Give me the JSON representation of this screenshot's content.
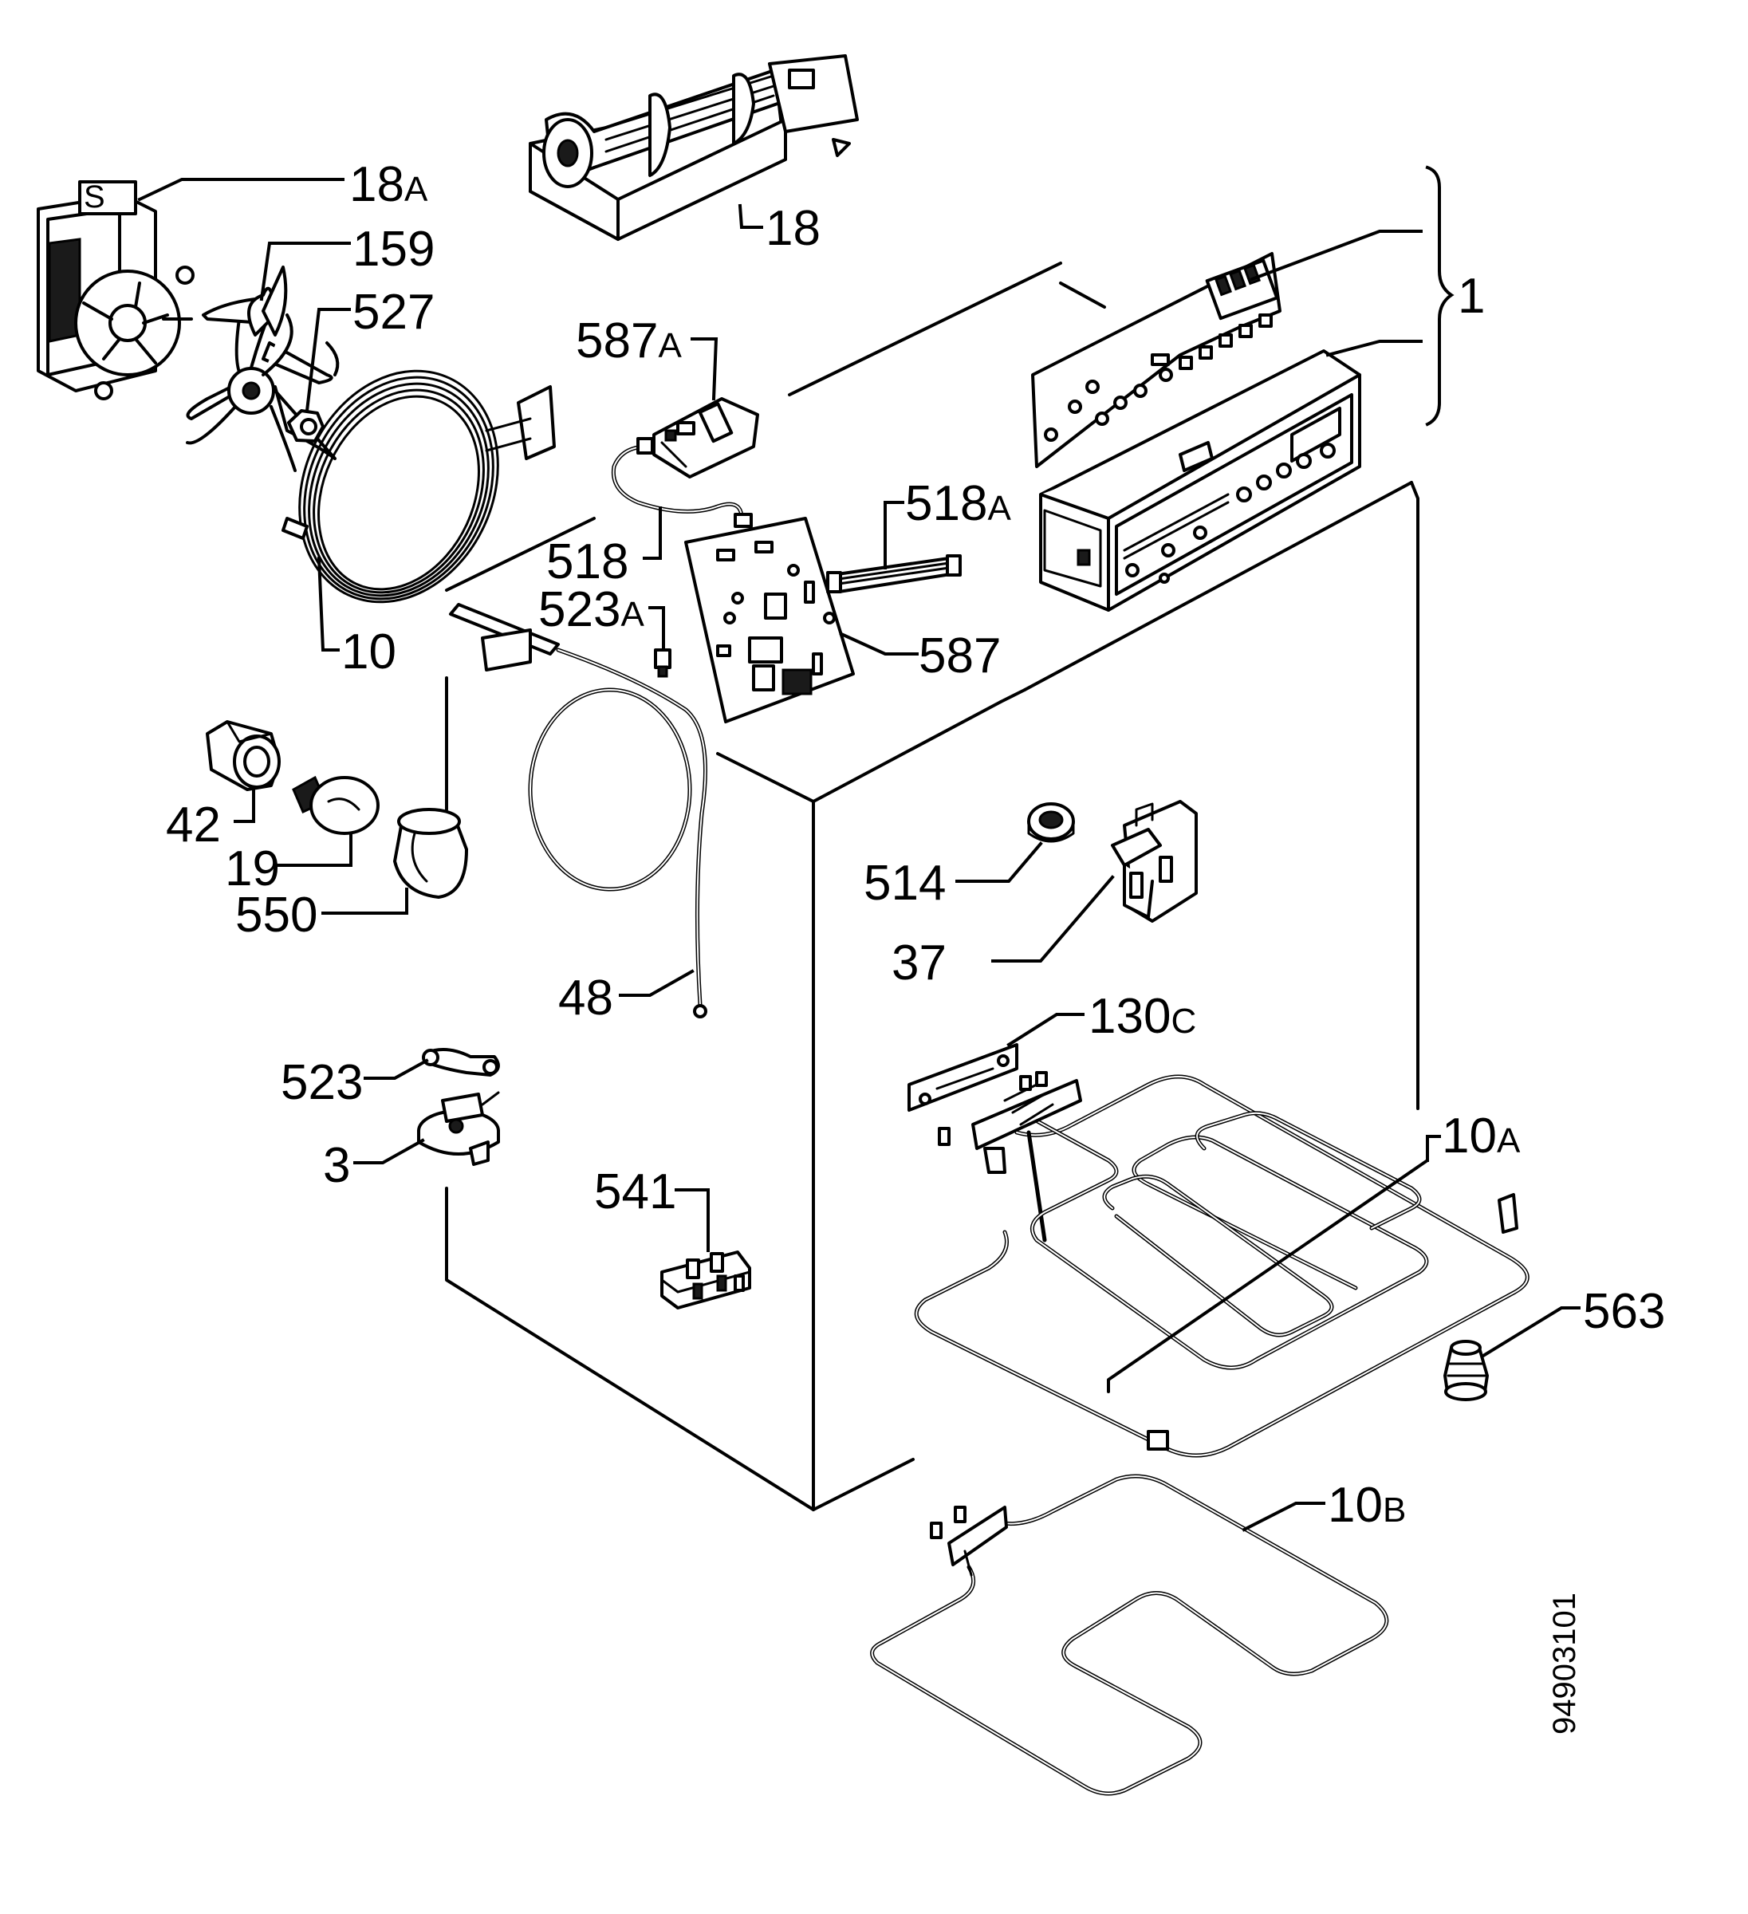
{
  "labels": {
    "p18A": "18",
    "p18A_suffix": "A",
    "p159": "159",
    "p527": "527",
    "p18": "18",
    "p587A": "587",
    "p587A_suffix": "A",
    "p1": "1",
    "p518A": "518",
    "p518A_suffix": "A",
    "p518": "518",
    "p523A": "523",
    "p523A_suffix": "A",
    "p587": "587",
    "p10": "10",
    "p42": "42",
    "p19": "19",
    "p550": "550",
    "p514": "514",
    "p37": "37",
    "p48": "48",
    "p130C": "130",
    "p130C_suffix": "C",
    "p523": "523",
    "p3": "3",
    "p10A": "10",
    "p10A_suffix": "A",
    "p541": "541",
    "p563": "563",
    "p10B": "10",
    "p10B_suffix": "B"
  },
  "drawing_number": "94903101"
}
